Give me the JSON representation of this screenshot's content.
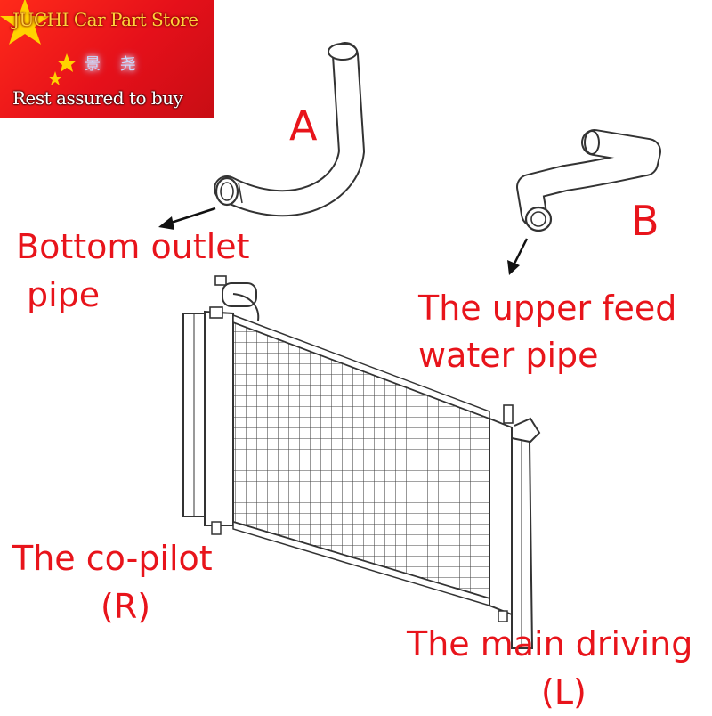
{
  "store_badge": {
    "store_name": "JUCHI Car Part Store",
    "chinese_text": "景 尧",
    "slogan": "Rest assured to buy",
    "colors": {
      "background": "#e5101a",
      "star": "#ffd200",
      "title_text": "#ffd23a"
    }
  },
  "labels": {
    "part_a": "A",
    "part_b": "B",
    "bottom_outlet_line1": "Bottom outlet",
    "bottom_outlet_line2": "pipe",
    "upper_feed_line1": "The upper feed",
    "upper_feed_line2": "water pipe",
    "copilot_line1": "The co-pilot",
    "copilot_line2": "(R)",
    "main_driving_line1": "The main driving",
    "main_driving_line2": "(L)"
  },
  "colors": {
    "label_text": "#e8141b",
    "line_art": "#333333"
  }
}
